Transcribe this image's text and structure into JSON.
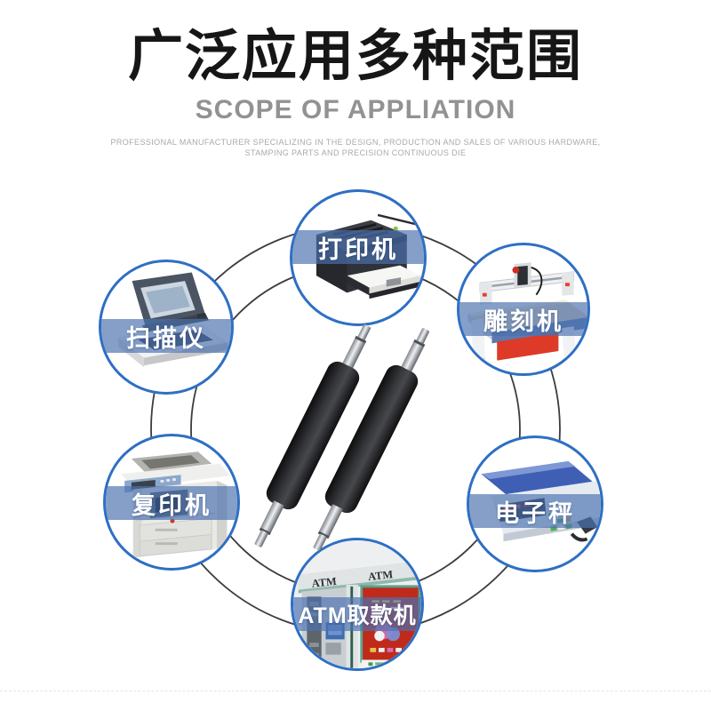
{
  "header": {
    "title": "广泛应用多种范围",
    "subtitle": "SCOPE OF APPLIATION",
    "tagline1": "PROFESSIONAL MANUFACTURER SPECIALIZING IN THE DESIGN, PRODUCTION AND SALES OF VARIOUS HARDWARE,",
    "tagline2": "STAMPING PARTS AND PRECISION CONTINUOUS DIE"
  },
  "applications": [
    {
      "id": "printer",
      "label": "打印机"
    },
    {
      "id": "scanner",
      "label": "扫描仪"
    },
    {
      "id": "engraver",
      "label": "雕刻机"
    },
    {
      "id": "copier",
      "label": "复印机"
    },
    {
      "id": "scale",
      "label": "电子秤"
    },
    {
      "id": "atm",
      "label": "ATM取款机"
    }
  ],
  "atm_signs": {
    "left": "ATM",
    "right": "ATM"
  },
  "colors": {
    "title": "#161616",
    "subtitle": "#929292",
    "tagline": "#a9a9a9",
    "circle_border": "#2e6fc4",
    "label_band": "#4b71b0",
    "ring_line": "#3c3c3c",
    "roller_rubber": "#2e2e31",
    "roller_shaft": "#c9cdd1"
  }
}
